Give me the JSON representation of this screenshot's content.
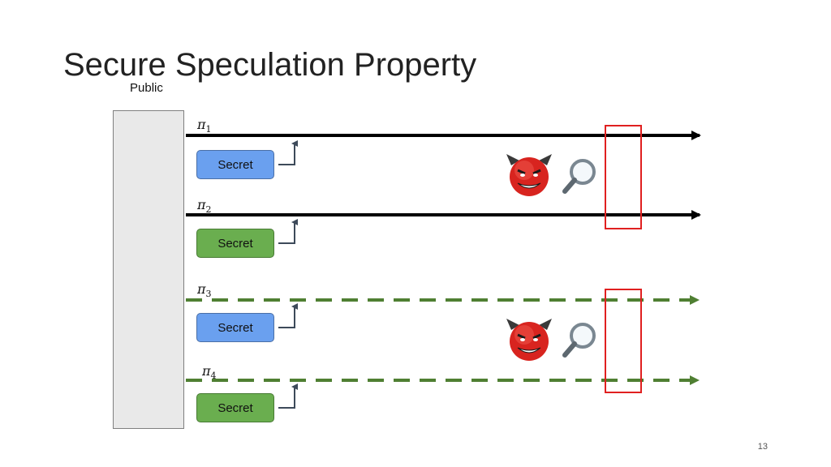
{
  "slide": {
    "title": "Secure Speculation Property",
    "public_label": "Public",
    "page_number": "13"
  },
  "paths": [
    {
      "symbol": "π",
      "index": "1",
      "style": "solid",
      "secret": "Secret",
      "secret_color": "#6aa0ef"
    },
    {
      "symbol": "π",
      "index": "2",
      "style": "solid",
      "secret": "Secret",
      "secret_color": "#6aae4f"
    },
    {
      "symbol": "π",
      "index": "3",
      "style": "dashed",
      "secret": "Secret",
      "secret_color": "#6aa0ef"
    },
    {
      "symbol": "π",
      "index": "4",
      "style": "dashed",
      "secret": "Secret",
      "secret_color": "#6aae4f"
    }
  ],
  "icons": [
    "devil-icon",
    "magnifier-icon"
  ],
  "colors": {
    "solid_line": "#000000",
    "dashed_line": "#4f7f32",
    "highlight_box": "#e02020"
  }
}
